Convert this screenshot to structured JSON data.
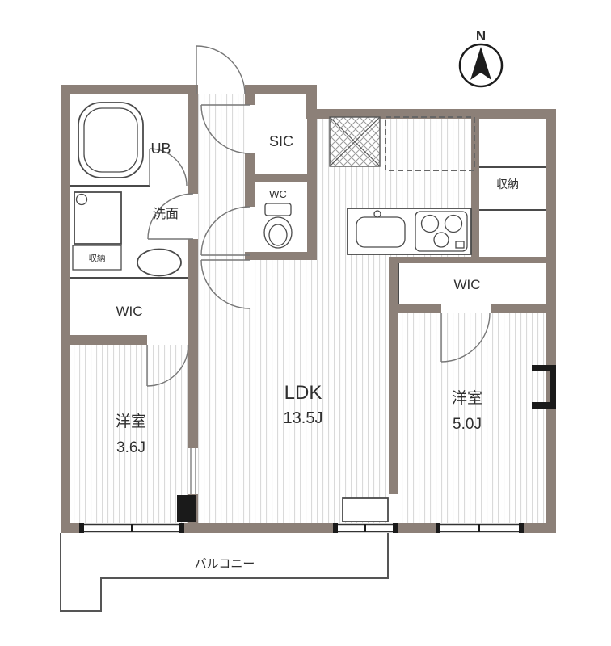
{
  "compass": {
    "north_label": "N"
  },
  "rooms": {
    "ldk": {
      "name": "LDK",
      "size": "13.5J"
    },
    "bedroom_left": {
      "name": "洋室",
      "size": "3.6J"
    },
    "bedroom_right": {
      "name": "洋室",
      "size": "5.0J"
    },
    "unit_bath": {
      "name": "UB"
    },
    "washroom": {
      "name": "洗面"
    },
    "toilet": {
      "name": "WC"
    },
    "shoe_closet": {
      "name": "SIC"
    },
    "wic_left": {
      "name": "WIC"
    },
    "wic_right": {
      "name": "WIC"
    },
    "storage_small": {
      "name": "収納"
    },
    "storage_right": {
      "name": "収納"
    },
    "balcony": {
      "name": "バルコニー"
    }
  },
  "colors": {
    "wall": "#8c8078",
    "floor_stripe": "#dadada",
    "outline": "#4a4a4a",
    "text": "#2f2f2f"
  }
}
